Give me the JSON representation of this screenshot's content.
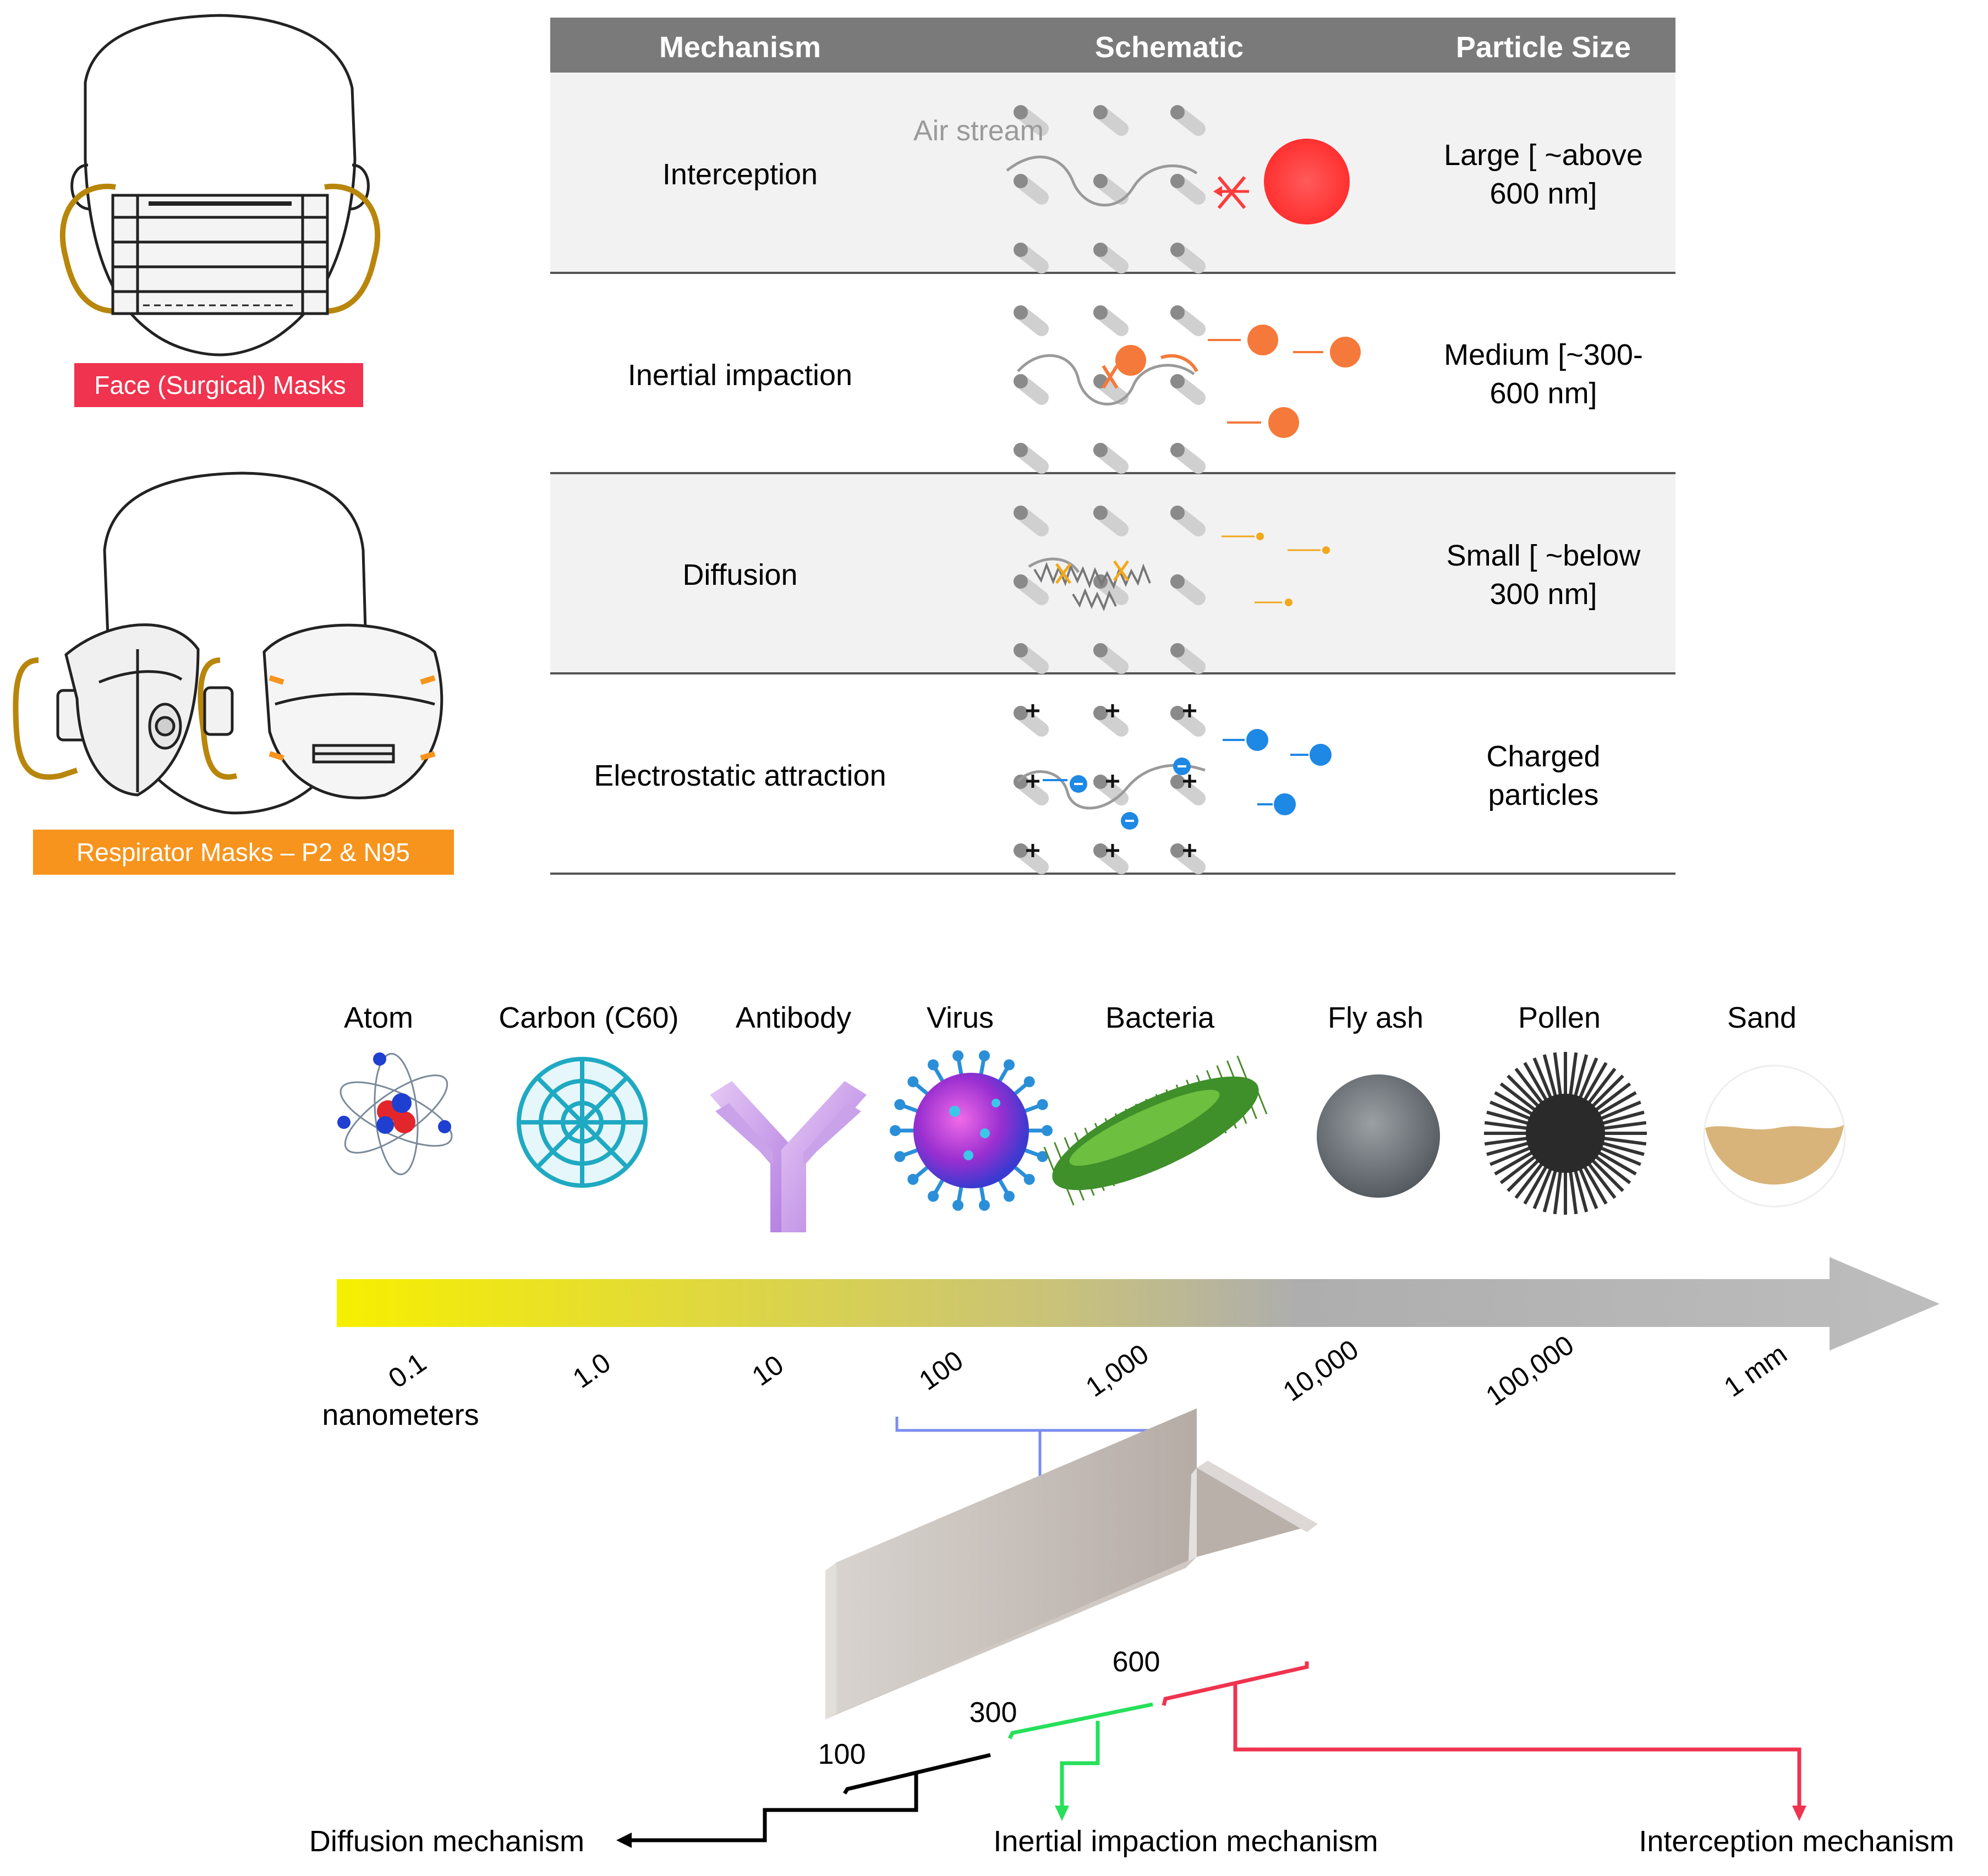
{
  "masks": {
    "surgical_label": "Face (Surgical) Masks",
    "respirator_label": "Respirator Masks – P2 & N95",
    "surgical_color": "#f0334e",
    "respirator_color": "#f7941d"
  },
  "table": {
    "headers": {
      "mechanism": "Mechanism",
      "schematic": "Schematic",
      "size": "Particle Size"
    },
    "air_stream_label": "Air stream",
    "rows": [
      {
        "mechanism": "Interception",
        "size_line1": "Large [ ~above",
        "size_line2": "600 nm]",
        "color": "#ff3b3b"
      },
      {
        "mechanism": "Inertial impaction",
        "size_line1": "Medium [~300-",
        "size_line2": "600 nm]",
        "color": "#f5793a"
      },
      {
        "mechanism": "Diffusion",
        "size_line1": "Small [ ~below",
        "size_line2": "300 nm]",
        "color": "#f2a81d"
      },
      {
        "mechanism": "Electrostatic attraction",
        "size_line1": "Charged",
        "size_line2": "particles",
        "color": "#1e88e5"
      }
    ]
  },
  "scale": {
    "objects": [
      "Atom",
      "Carbon (C60)",
      "Antibody",
      "Virus",
      "Bacteria",
      "Fly ash",
      "Pollen",
      "Sand"
    ],
    "ticks": [
      "0.1",
      "1.0",
      "10",
      "100",
      "1,000",
      "10,000",
      "100,000",
      "1 mm"
    ],
    "unit_label": "nanometers"
  },
  "mechanisms": {
    "values": [
      "100",
      "300",
      "600"
    ],
    "diffusion_label": "Diffusion mechanism",
    "impaction_label": "Inertial impaction mechanism",
    "interception_label": "Interception mechanism",
    "bracket_color": "#7b8cf0",
    "diffusion_color": "#000000",
    "impaction_color": "#26e05a",
    "interception_color": "#f0334e"
  }
}
